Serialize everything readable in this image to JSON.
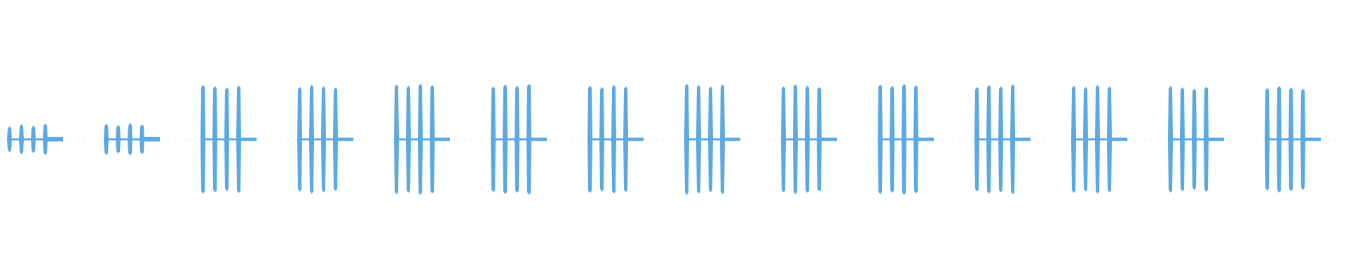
{
  "waveform": {
    "color": "#5aa9e2",
    "background": "#ffffff",
    "bursts": [
      {
        "pulses": 4,
        "level": 0.26,
        "tail": 0.04
      },
      {
        "pulses": 4,
        "level": 0.28,
        "tail": 0.04
      },
      {
        "pulses": 4,
        "level": 0.95,
        "tail": 0.03
      },
      {
        "pulses": 4,
        "level": 0.95,
        "tail": 0.03
      },
      {
        "pulses": 4,
        "level": 0.97,
        "tail": 0.03
      },
      {
        "pulses": 4,
        "level": 0.97,
        "tail": 0.03
      },
      {
        "pulses": 4,
        "level": 0.96,
        "tail": 0.03
      },
      {
        "pulses": 4,
        "level": 0.97,
        "tail": 0.03
      },
      {
        "pulses": 4,
        "level": 0.96,
        "tail": 0.03
      },
      {
        "pulses": 4,
        "level": 0.97,
        "tail": 0.03
      },
      {
        "pulses": 4,
        "level": 0.96,
        "tail": 0.03
      },
      {
        "pulses": 4,
        "level": 0.96,
        "tail": 0.03
      },
      {
        "pulses": 4,
        "level": 0.93,
        "tail": 0.03
      },
      {
        "pulses": 4,
        "level": 0.93,
        "tail": 0.03
      }
    ]
  }
}
